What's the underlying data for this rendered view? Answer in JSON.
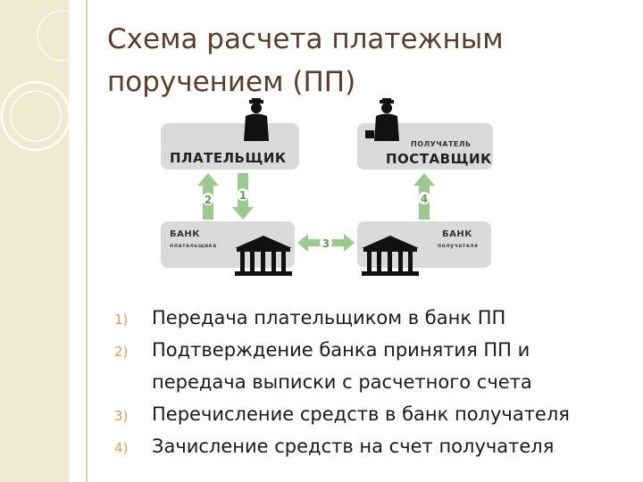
{
  "title": {
    "line1": "Схема расчета платежным",
    "line2": "поручением (ПП)"
  },
  "diagram": {
    "payer_label": "ПЛАТЕЛЬЩИК",
    "supplier_small": "ПОЛУЧАТЕЛЬ",
    "supplier_label": "ПОСТАВЩИК",
    "bank_left_label": "БАНК",
    "bank_left_sub": "плательщика",
    "bank_right_label": "БАНК",
    "bank_right_sub": "получателя",
    "arrow_numbers": [
      "2",
      "1",
      "3",
      "4"
    ]
  },
  "steps": [
    {
      "num": "1)",
      "text": "Передача плательщиком в банк ПП"
    },
    {
      "num": "2)",
      "text": "Подтверждение банка принятия ПП и передача выписки с расчетного счета"
    },
    {
      "num": "3)",
      "text": "Перечисление средств в банк получателя"
    },
    {
      "num": "4)",
      "text": "Зачисление средств на счет получателя"
    }
  ],
  "colors": {
    "title": "#5a3d2b",
    "arrow": "#9cc98e",
    "box": "#dadada",
    "number_marker": "#c9a35a",
    "sidebar": "#efe9cf"
  },
  "icons": [
    "person-icon",
    "bank-building-icon"
  ]
}
